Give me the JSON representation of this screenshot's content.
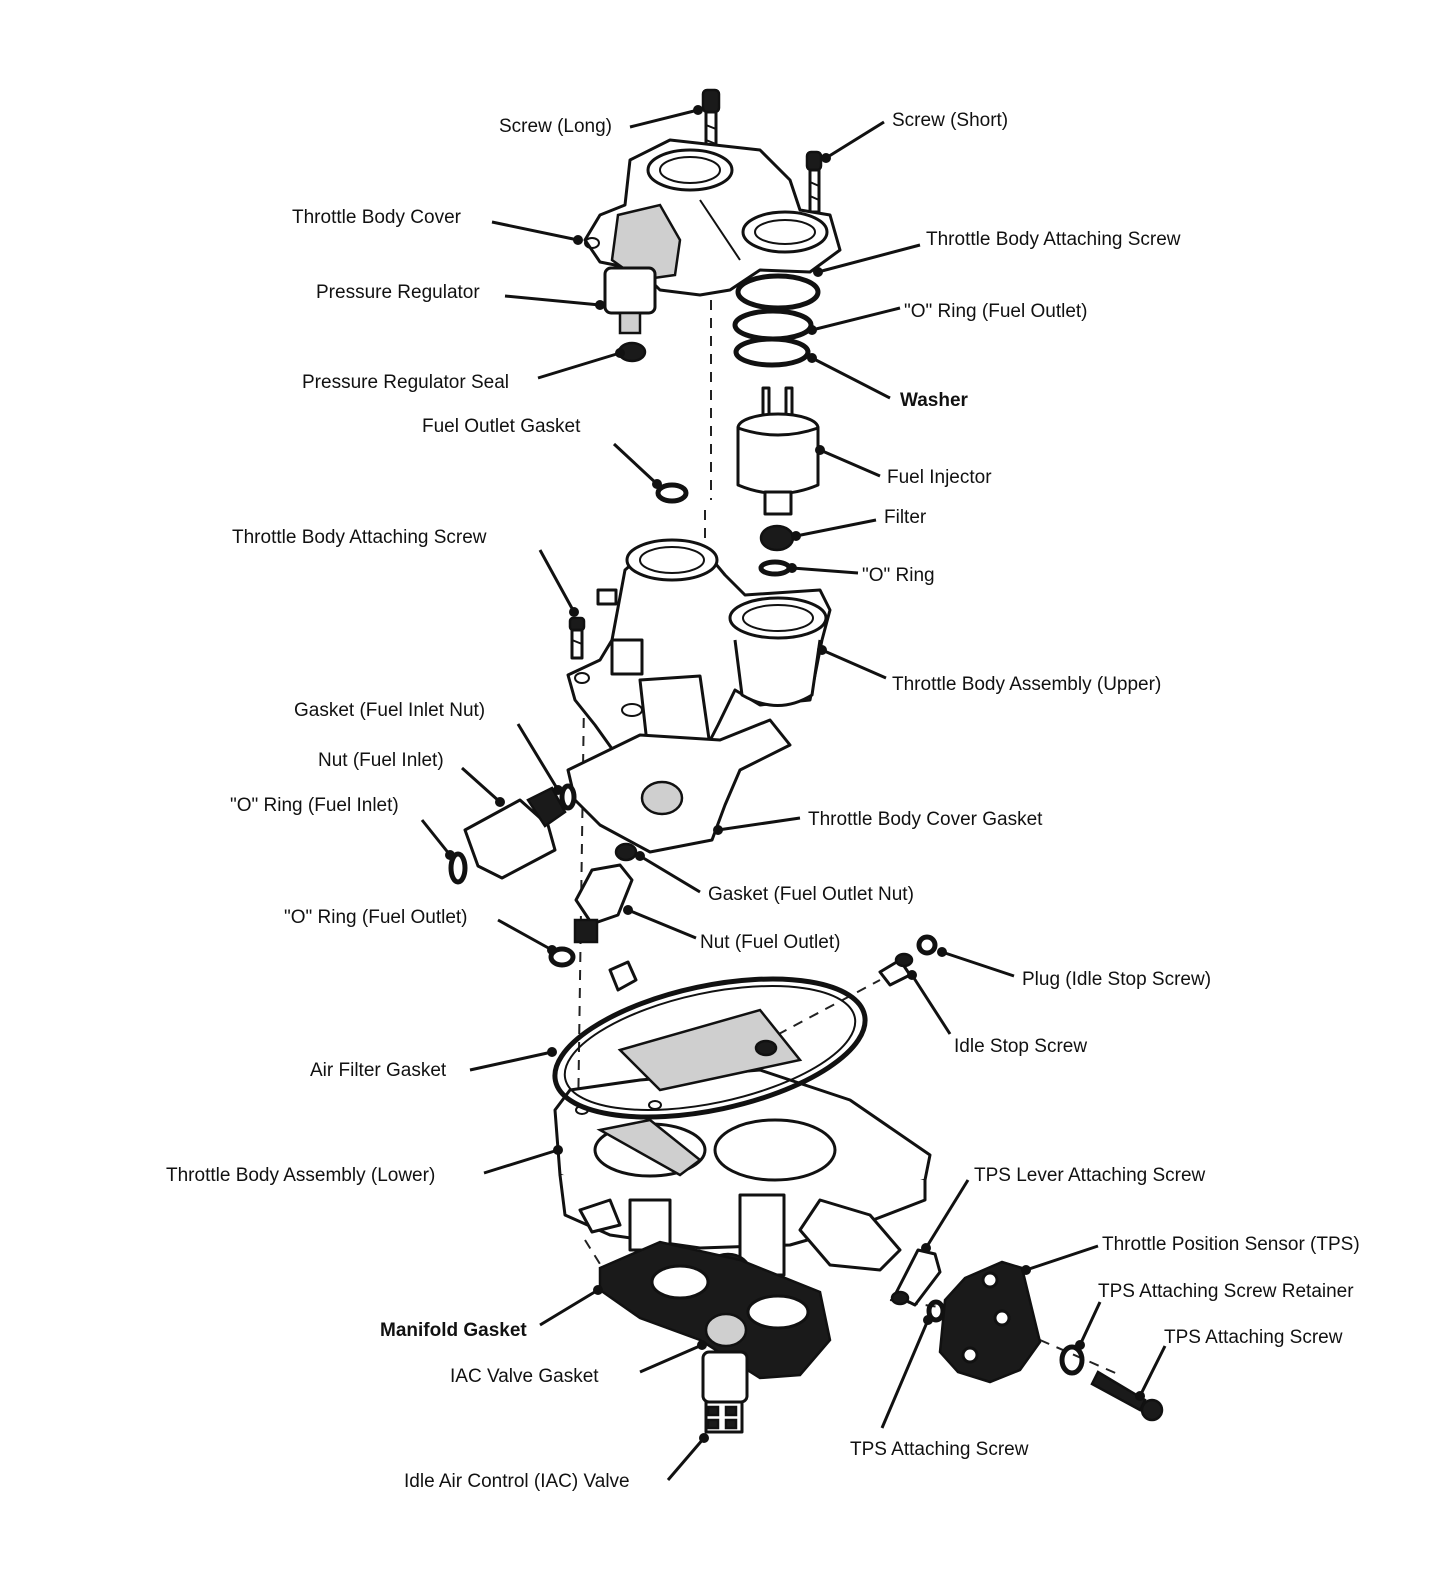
{
  "labels": {
    "screw_long": "Screw (Long)",
    "screw_short": "Screw (Short)",
    "throttle_body_cover": "Throttle Body Cover",
    "tb_attaching_screw_upper": "Throttle Body Attaching Screw",
    "pressure_regulator": "Pressure Regulator",
    "o_ring_fuel_outlet_upper": "\"O\" Ring (Fuel Outlet)",
    "pressure_regulator_seal": "Pressure Regulator Seal",
    "washer": "Washer",
    "fuel_outlet_gasket": "Fuel Outlet Gasket",
    "fuel_injector": "Fuel Injector",
    "filter": "Filter",
    "tb_attaching_screw_left": "Throttle Body Attaching Screw",
    "o_ring": "\"O\" Ring",
    "throttle_body_assembly_upper": "Throttle Body Assembly (Upper)",
    "gasket_fuel_inlet_nut": "Gasket (Fuel Inlet Nut)",
    "nut_fuel_inlet": "Nut (Fuel Inlet)",
    "o_ring_fuel_inlet": "\"O\" Ring (Fuel Inlet)",
    "throttle_body_cover_gasket": "Throttle Body Cover Gasket",
    "gasket_fuel_outlet_nut": "Gasket (Fuel Outlet Nut)",
    "o_ring_fuel_outlet_lower": "\"O\" Ring (Fuel Outlet)",
    "nut_fuel_outlet": "Nut (Fuel Outlet)",
    "plug_idle_stop_screw": "Plug (Idle Stop Screw)",
    "air_filter_gasket": "Air Filter Gasket",
    "idle_stop_screw": "Idle Stop Screw",
    "throttle_body_assembly_lower": "Throttle Body Assembly (Lower)",
    "tps_lever_attaching_screw": "TPS Lever Attaching Screw",
    "throttle_position_sensor": "Throttle Position Sensor (TPS)",
    "tps_attaching_screw_retainer": "TPS Attaching Screw Retainer",
    "manifold_gasket": "Manifold Gasket",
    "tps_attaching_screw_right": "TPS Attaching Screw",
    "iac_valve_gasket": "IAC Valve Gasket",
    "tps_attaching_screw_bottom": "TPS Attaching Screw",
    "idle_air_control_valve": "Idle Air Control (IAC) Valve"
  }
}
